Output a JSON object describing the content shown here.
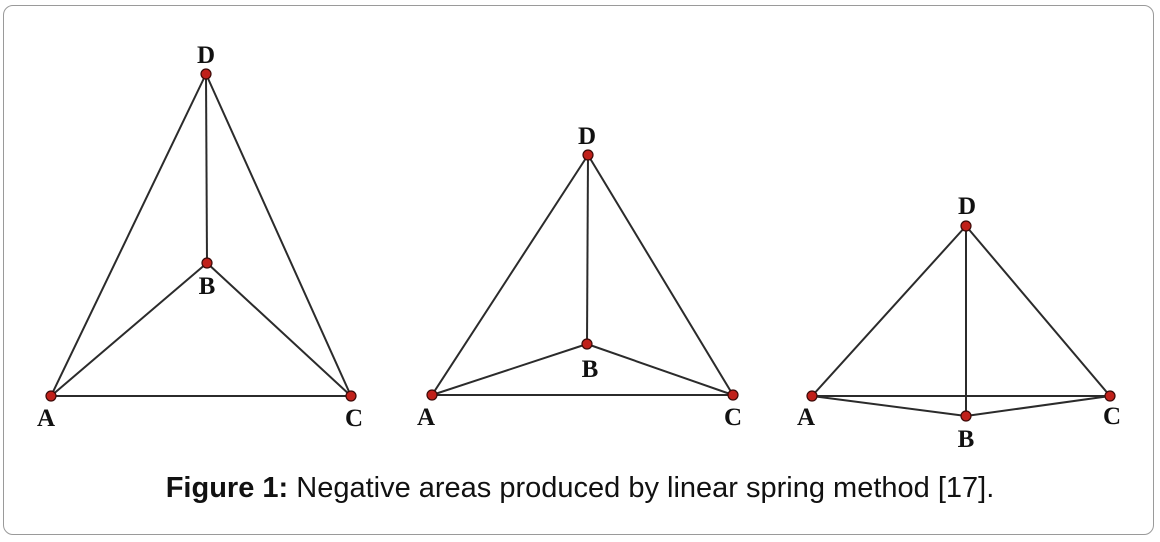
{
  "figures": [
    {
      "nodes": {
        "D": {
          "label": "D"
        },
        "B": {
          "label": "B"
        },
        "A": {
          "label": "A"
        },
        "C": {
          "label": "C"
        }
      },
      "edges": [
        [
          "A",
          "C"
        ],
        [
          "A",
          "D"
        ],
        [
          "C",
          "D"
        ],
        [
          "D",
          "B"
        ],
        [
          "A",
          "B"
        ],
        [
          "C",
          "B"
        ]
      ]
    },
    {
      "nodes": {
        "D": {
          "label": "D"
        },
        "B": {
          "label": "B"
        },
        "A": {
          "label": "A"
        },
        "C": {
          "label": "C"
        }
      },
      "edges": [
        [
          "A",
          "C"
        ],
        [
          "A",
          "D"
        ],
        [
          "C",
          "D"
        ],
        [
          "D",
          "B"
        ],
        [
          "A",
          "B"
        ],
        [
          "C",
          "B"
        ]
      ]
    },
    {
      "nodes": {
        "D": {
          "label": "D"
        },
        "B": {
          "label": "B"
        },
        "A": {
          "label": "A"
        },
        "C": {
          "label": "C"
        }
      },
      "edges": [
        [
          "A",
          "C"
        ],
        [
          "A",
          "D"
        ],
        [
          "C",
          "D"
        ],
        [
          "D",
          "B"
        ],
        [
          "A",
          "B"
        ],
        [
          "C",
          "B"
        ]
      ]
    }
  ],
  "caption": {
    "label": "Figure 1:",
    "text": " Negative areas produced by linear spring method [17]."
  },
  "colors": {
    "node": "#c0201a",
    "edge": "#2b2b2b",
    "frame": "#9a9a9a"
  }
}
